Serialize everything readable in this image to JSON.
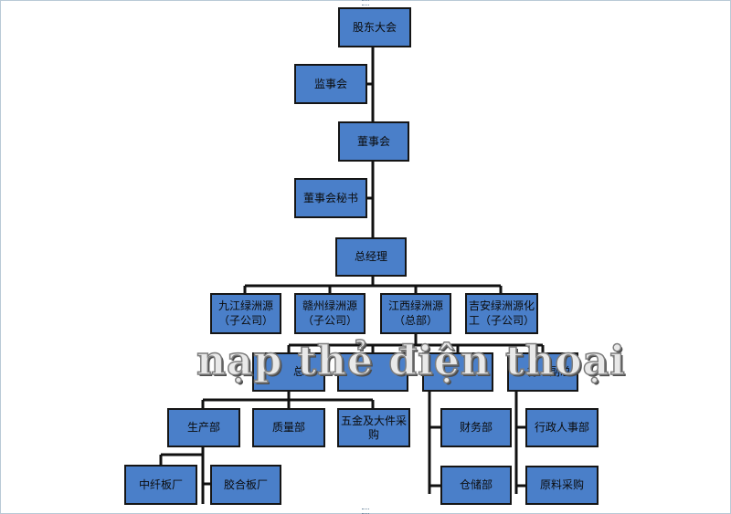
{
  "org_chart": {
    "shareholders": "股东大会",
    "supervisory_board": "监事会",
    "board_of_directors": "董事会",
    "board_secretary": "董事会秘书",
    "general_manager": "总经理",
    "subsidiaries": [
      {
        "line1": "九江绿洲源",
        "line2": "（子公司）"
      },
      {
        "line1": "赣州绿洲源",
        "line2": "（子公司）"
      },
      {
        "line1": "江西绿洲源",
        "line2": "（总部）"
      },
      {
        "line1": "吉安绿洲源化",
        "line2": "工（子公司）"
      }
    ],
    "vp_boxes": [
      {
        "label": "总"
      },
      {
        "label": ""
      },
      {
        "label": ""
      },
      {
        "label": "行　副总"
      }
    ],
    "departments": {
      "production": "生产部",
      "quality": "质量部",
      "hardware_procurement_line1": "五金及大件采",
      "hardware_procurement_line2": "购",
      "finance": "财务部",
      "warehouse": "仓储部",
      "hr_admin": "行政人事部",
      "raw_material_procurement": "原料采购",
      "fiber_board_factory": "中纤板厂",
      "plywood_factory": "胶合板厂"
    }
  },
  "watermark": "nạp thẻ điện thoại",
  "colors": {
    "box_fill": "#4a7fc9",
    "box_border": "#151515",
    "connector": "#111111"
  }
}
